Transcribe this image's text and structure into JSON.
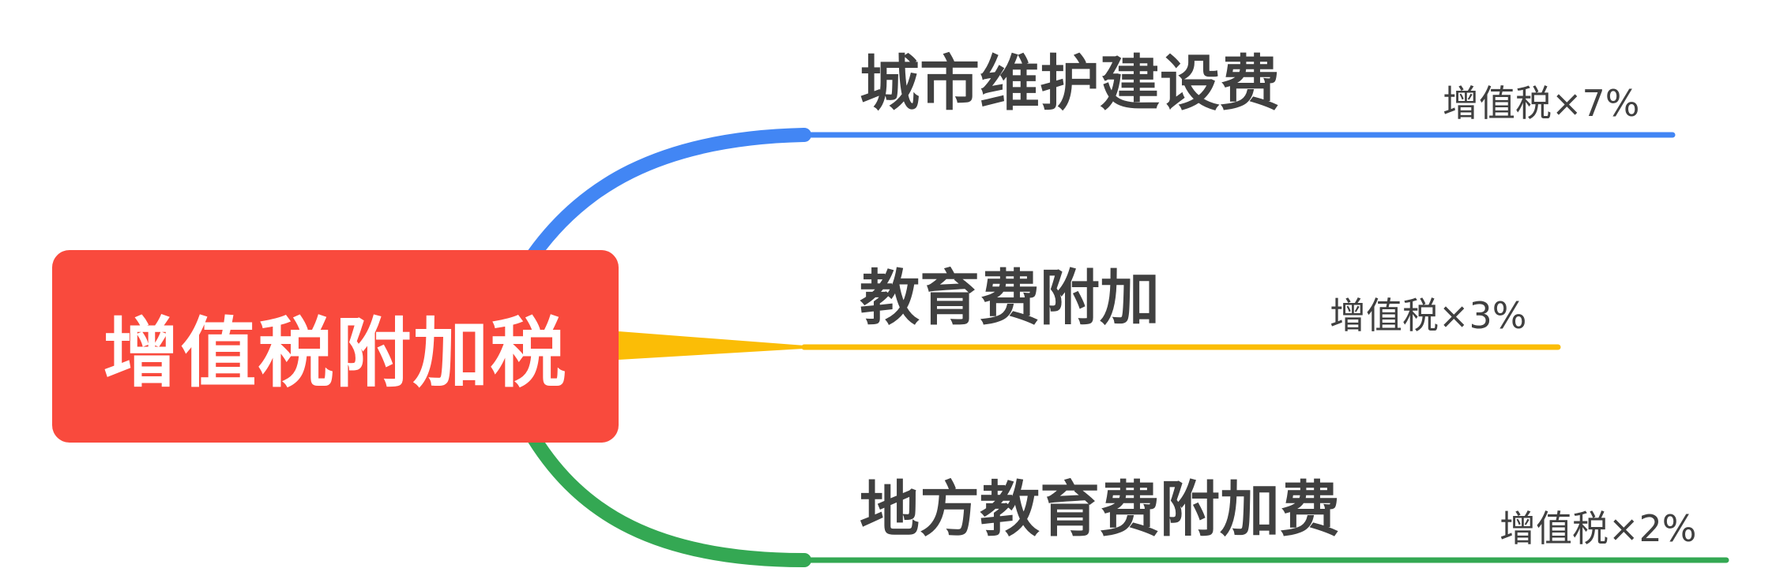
{
  "central_topic": {
    "label": "增值税附加税",
    "color": "#f94a3d",
    "text_color": "#ffffff"
  },
  "branches": [
    {
      "title": "城市维护建设费",
      "note": "增值税×7%",
      "color": "#4286f4"
    },
    {
      "title": "教育费附加",
      "note": "增值税×3%",
      "color": "#fbbd06"
    },
    {
      "title": "地方教育费附加费",
      "note": "增值税×2%",
      "color": "#34a853"
    }
  ],
  "text_color": "#404040"
}
